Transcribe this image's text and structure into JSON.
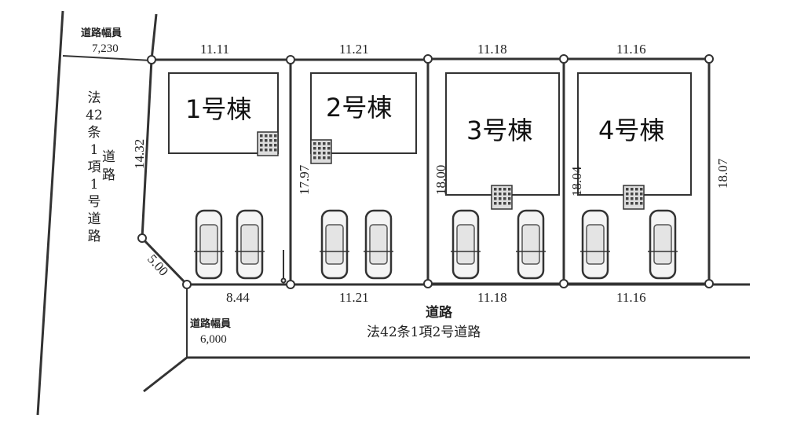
{
  "colors": {
    "lot1": "#22dd00",
    "lot_other": "#ede6d8",
    "house": "#80ffff"
  },
  "lots": [
    {
      "house_label": "1号棟",
      "top": "11.11",
      "bottom": "8.44",
      "left": "14.32",
      "corner": "5.00"
    },
    {
      "house_label": "2号棟",
      "top": "11.21",
      "bottom": "11.21",
      "left": "17.97"
    },
    {
      "house_label": "3号棟",
      "top": "11.18",
      "bottom": "11.18",
      "left": "18.00"
    },
    {
      "house_label": "4号棟",
      "top": "11.16",
      "bottom": "11.16",
      "left": "18.04",
      "right": "18.07"
    }
  ],
  "west_road": {
    "width_label": "道路幅員",
    "width_value": "7,230",
    "name_chars": [
      "法",
      "42",
      "条",
      "1",
      "項",
      "1",
      "号",
      "道",
      "路"
    ],
    "name_side": "道路"
  },
  "south_road": {
    "width_label": "道路幅員",
    "width_value": "6,000",
    "name_line1": "道路",
    "name_line2": "法42条1項2号道路"
  }
}
